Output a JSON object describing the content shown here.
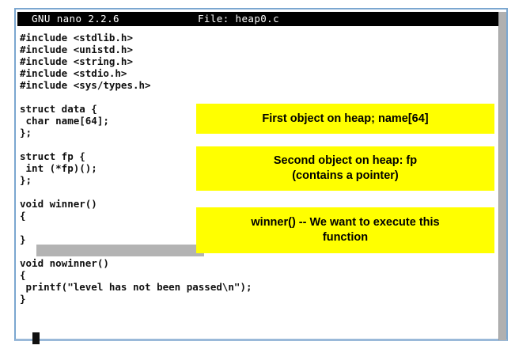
{
  "window": {
    "title_bar": {
      "app_label": "GNU nano 2.2.6",
      "file_label": "File: heap0.c"
    }
  },
  "editor": {
    "lines": [
      "#include <stdlib.h>",
      "#include <unistd.h>",
      "#include <string.h>",
      "#include <stdio.h>",
      "#include <sys/types.h>",
      "",
      "struct data {",
      " char name[64];",
      "};",
      "",
      "struct fp {",
      " int (*fp)();",
      "};",
      "",
      "void winner()",
      "{",
      "",
      "}",
      "",
      "void nowinner()",
      "{",
      " printf(\"level has not been passed\\n\");",
      "}",
      ""
    ],
    "redacted_line_index": 16,
    "cursor_line_index": 23
  },
  "annotations": [
    {
      "id": "first-object",
      "lines": [
        "First object on heap; name[64]"
      ]
    },
    {
      "id": "second-object",
      "lines": [
        "Second object on heap: fp",
        "(contains a pointer)"
      ]
    },
    {
      "id": "winner-function",
      "lines": [
        "winner() -- We want to execute this",
        "function"
      ]
    }
  ],
  "colors": {
    "highlight": "#ffff00",
    "title_bar_bg": "#000000",
    "title_bar_fg": "#ffffff",
    "redaction": "#b3b3b3",
    "window_border": "#7ba7d0"
  }
}
